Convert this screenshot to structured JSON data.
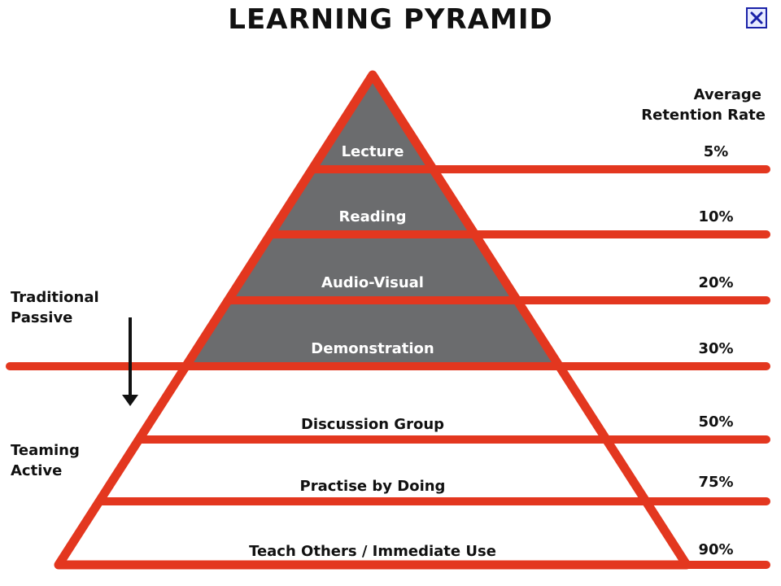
{
  "title": "LEARNING PYRAMID",
  "close_icon": "close-icon",
  "colors": {
    "outline": "#e3371f",
    "passive_fill": "#6b6c6e",
    "passive_text": "#ffffff",
    "active_text": "#111111",
    "arrow": "#111111"
  },
  "retention_header": {
    "line1": "Average",
    "line2": "Retention Rate"
  },
  "groups": {
    "passive": {
      "line1": "Traditional",
      "line2": "Passive"
    },
    "active": {
      "line1": "Teaming",
      "line2": "Active"
    }
  },
  "levels": [
    {
      "label": "Lecture",
      "rate": "5%",
      "mode": "passive"
    },
    {
      "label": "Reading",
      "rate": "10%",
      "mode": "passive"
    },
    {
      "label": "Audio-Visual",
      "rate": "20%",
      "mode": "passive"
    },
    {
      "label": "Demonstration",
      "rate": "30%",
      "mode": "passive"
    },
    {
      "label": "Discussion Group",
      "rate": "50%",
      "mode": "active"
    },
    {
      "label": "Practise by Doing",
      "rate": "75%",
      "mode": "active"
    },
    {
      "label": "Teach Others / Immediate Use",
      "rate": "90%",
      "mode": "active"
    }
  ]
}
